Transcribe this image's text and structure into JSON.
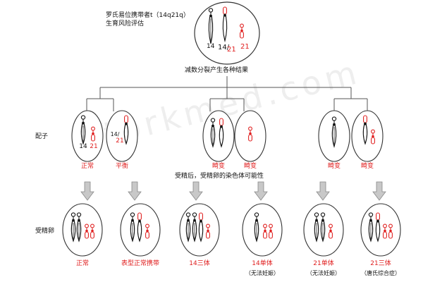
{
  "title": {
    "line1": "罗氏易位携带者t（14q21q）",
    "line2": "生育风险评估"
  },
  "carrier": {
    "label_14": "14",
    "label_14_21_a": "14/",
    "label_14_21_b": "21",
    "label_21": "21"
  },
  "meiosis_label": "减数分裂产生各种结果",
  "row_label_gamete": "配子",
  "row_label_zygote": "受精卵",
  "fertilization_label": "受精后，受精卵的染色体可能性",
  "gametes": [
    {
      "caption": "正常",
      "label_a": "14",
      "label_b": "21"
    },
    {
      "caption": "平衡",
      "label_a": "14/",
      "label_b": "21"
    },
    {
      "caption": "畸变"
    },
    {
      "caption": "畸变"
    },
    {
      "caption": "畸变"
    },
    {
      "caption": "畸变"
    }
  ],
  "zygotes": [
    {
      "caption": "正常",
      "note": ""
    },
    {
      "caption": "表型正常携带",
      "note": ""
    },
    {
      "caption": "14三体",
      "note": ""
    },
    {
      "caption": "14单体",
      "note": "（无法妊娠）"
    },
    {
      "caption": "21单体",
      "note": "（无法妊娠）"
    },
    {
      "caption": "21三体",
      "note": "（唐氏综合症）"
    }
  ],
  "watermark": "storkmed.com",
  "colors": {
    "black": "#111111",
    "red": "#e02020",
    "line": "#555555",
    "arrow_fill": "#c8c8c8",
    "cell_edge": "#333333"
  }
}
